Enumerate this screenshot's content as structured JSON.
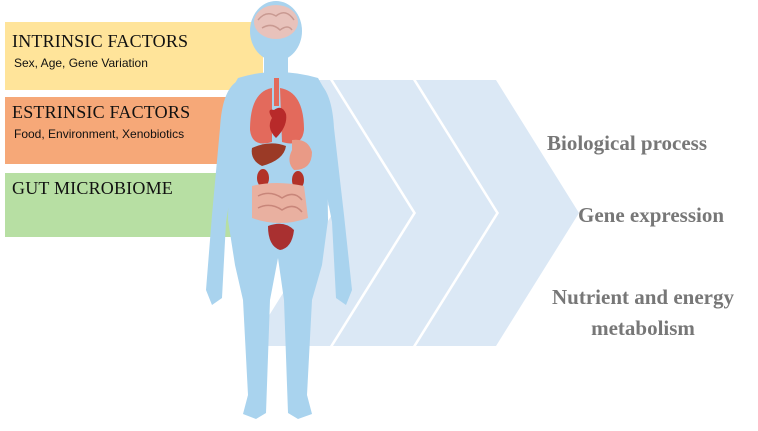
{
  "factors": {
    "intrinsic": {
      "title": "INTRINSIC FACTORS",
      "subtitle": "Sex, Age, Gene Variation",
      "color": "#ffe49a"
    },
    "extrinsic": {
      "title": "ESTRINSIC FACTORS",
      "subtitle": "Food, Environment, Xenobiotics",
      "color": "#f6a878"
    },
    "microbiome": {
      "title": "GUT MICROBIOME",
      "color": "#b7dfa3"
    }
  },
  "outcomes": {
    "process": "Biological process",
    "expression": "Gene expression",
    "metabolism_line1": "Nutrient and energy",
    "metabolism_line2": "metabolism"
  },
  "colors": {
    "arrow": "#dbe8f5",
    "body": "#a9d3ee",
    "outcome_text": "#777777"
  },
  "icons": [
    "human-body-icon",
    "brain-icon",
    "lungs-icon",
    "heart-icon",
    "liver-icon",
    "stomach-icon",
    "kidneys-icon",
    "intestines-icon",
    "bladder-icon"
  ]
}
